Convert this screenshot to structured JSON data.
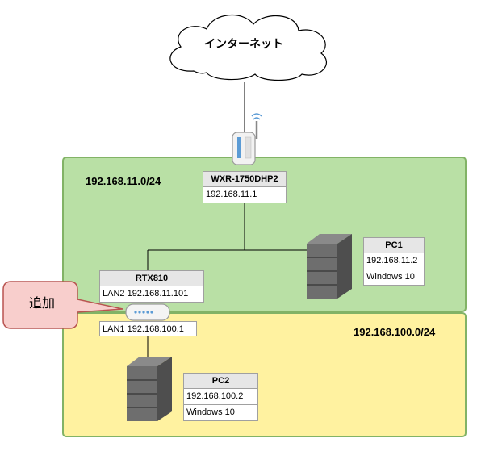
{
  "internet": {
    "label": "インターネット"
  },
  "networks": {
    "upper": {
      "label": "192.168.11.0/24"
    },
    "lower": {
      "label": "192.168.100.0/24"
    }
  },
  "devices": {
    "wxr": {
      "name": "WXR-1750DHP2",
      "ip": "192.168.11.1"
    },
    "rtx": {
      "name": "RTX810",
      "lan2": "LAN2 192.168.11.101",
      "lan1": "LAN1 192.168.100.1"
    },
    "pc1": {
      "name": "PC1",
      "ip": "192.168.11.2",
      "os": "Windows 10"
    },
    "pc2": {
      "name": "PC2",
      "ip": "192.168.100.2",
      "os": "Windows 10"
    }
  },
  "callout": {
    "label": "追加"
  },
  "colors": {
    "green_zone": "#b9e0a5",
    "yellow_zone": "#fff2a0",
    "callout_fill": "#f8cecc",
    "callout_border": "#b85450"
  }
}
